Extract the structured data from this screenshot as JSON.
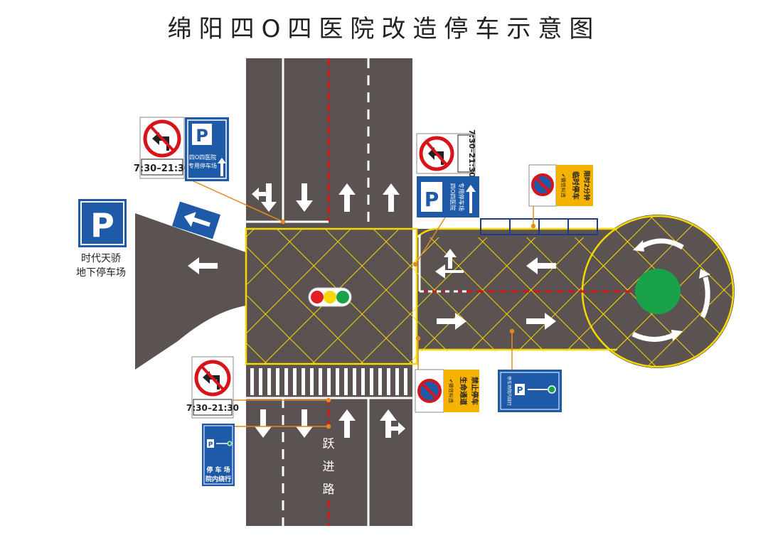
{
  "title": "绵阳四O四医院改造停车示意图",
  "road_name": [
    "跃",
    "进",
    "路"
  ],
  "left_parking": {
    "line1": "时代天骄",
    "line2": "地下停车场"
  },
  "top_left_signs": {
    "no_left_turn_time": "7:30–21:30",
    "parking_sign_line1": "四O四医院",
    "parking_sign_line2": "专用停车场"
  },
  "top_mid_signs": {
    "no_left_turn_time": "7:30–21:30",
    "parking_sign_line1": "四O四医院",
    "parking_sign_line2": "专用停车场"
  },
  "top_right_sign": {
    "line1": "✔微信纠违",
    "line2": "临时停车",
    "line3": "限时2分钟"
  },
  "bottom_mid_sign": {
    "line1": "✔微信纠违",
    "line2": "生命通道",
    "line3": "禁止停车"
  },
  "bottom_right_sign": {
    "text": "停车场院内绕行"
  },
  "bottom_left_signs": {
    "no_left_turn_time": "7:30–21:30",
    "parking_line1": "停 车 场",
    "parking_line2": "院内绕行"
  },
  "colors": {
    "asphalt": "#5b5252",
    "yellow": "#f5d800",
    "sign_blue": "#1e5aa8",
    "sign_red": "#d7141a",
    "green_island": "#1aa24a",
    "orange_lead": "#e58a1f",
    "info_yellow": "#f6b200"
  }
}
